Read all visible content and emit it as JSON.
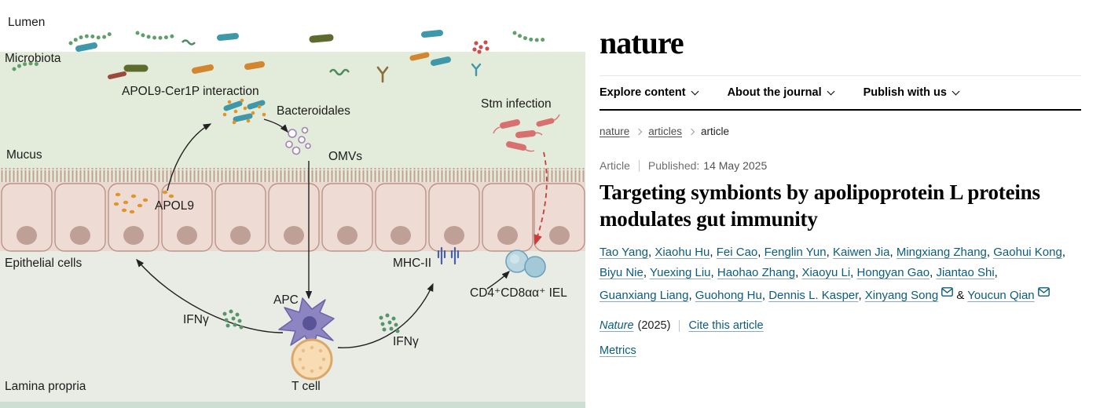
{
  "figure": {
    "labels": {
      "lumen": "Lumen",
      "microbiota": "Microbiota",
      "apol9_cer1p": "APOL9-Cer1P interaction",
      "bacteroidales": "Bacteroidales",
      "stm_infection": "Stm infection",
      "mucus": "Mucus",
      "omvs": "OMVs",
      "apol9": "APOL9",
      "epithelial_cells": "Epithelial cells",
      "mhc2": "MHC-II",
      "iel": "CD4⁺CD8αα⁺ IEL",
      "apc": "APC",
      "ifng_left": "IFNγ",
      "ifng_right": "IFNγ",
      "t_cell": "T cell",
      "lamina_propria": "Lamina propria"
    },
    "colors": {
      "lumen_bg": "#ffffff",
      "mucus_bg": "#e3ecda",
      "epithelium": "#eedbd3",
      "lamina_bg": "#e9ece4",
      "apol9_dots": "#e0952b",
      "stm_red": "#d97070",
      "ifn_green": "#56946b",
      "apc_purple": "#8d85c2",
      "tcell_orange": "#f7dcb4",
      "iel_blue": "#b9d6e1"
    }
  },
  "site": {
    "logo_text": "nature",
    "nav_items": [
      {
        "label": "Explore content"
      },
      {
        "label": "About the journal"
      },
      {
        "label": "Publish with us"
      }
    ],
    "breadcrumb": {
      "items": [
        {
          "label": "nature"
        },
        {
          "label": "articles"
        },
        {
          "label": "article"
        }
      ]
    },
    "article_meta": {
      "type": "Article",
      "published_label": "Published:",
      "published_date": "14 May 2025"
    },
    "title": "Targeting symbionts by apolipoprotein L proteins modulates gut immunity",
    "authors": [
      {
        "name": "Tao Yang",
        "email": false
      },
      {
        "name": "Xiaohu Hu",
        "email": false
      },
      {
        "name": "Fei Cao",
        "email": false
      },
      {
        "name": "Fenglin Yun",
        "email": false
      },
      {
        "name": "Kaiwen Jia",
        "email": false
      },
      {
        "name": "Mingxiang Zhang",
        "email": false
      },
      {
        "name": "Gaohui Kong",
        "email": false
      },
      {
        "name": "Biyu Nie",
        "email": false
      },
      {
        "name": "Yuexing Liu",
        "email": false
      },
      {
        "name": "Haohao Zhang",
        "email": false
      },
      {
        "name": "Xiaoyu Li",
        "email": false
      },
      {
        "name": "Hongyan Gao",
        "email": false
      },
      {
        "name": "Jiantao Shi",
        "email": false
      },
      {
        "name": "Guanxiang Liang",
        "email": false
      },
      {
        "name": "Guohong Hu",
        "email": false
      },
      {
        "name": "Dennis L. Kasper",
        "email": false
      },
      {
        "name": "Xinyang Song",
        "email": true
      },
      {
        "name": "Youcun Qian",
        "email": true
      }
    ],
    "citation": {
      "journal": "Nature",
      "year": "(2025)",
      "cite_link": "Cite this article"
    },
    "metrics_label": "Metrics",
    "icons": {
      "nav_chevron": "chevron-down",
      "breadcrumb_sep": "chevron-right",
      "author_email": "envelope"
    },
    "colors": {
      "link": "#0b5c7d",
      "header_rule": "#000000"
    }
  }
}
